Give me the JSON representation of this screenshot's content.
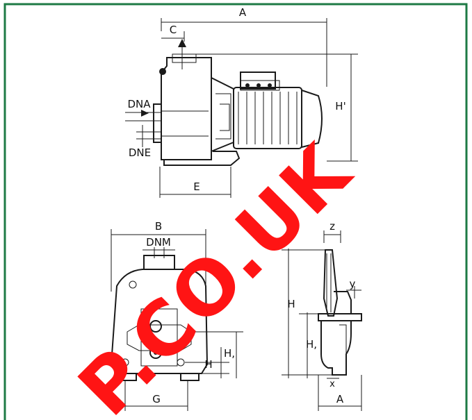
{
  "colors": {
    "border": "#1e7a45",
    "ink": "#1a1a1a",
    "watermark": "#ff1414",
    "background": "#ffffff"
  },
  "top_view": {
    "labels": {
      "A": "A",
      "C": "C",
      "DNA": "DNA",
      "DNE": "DNE",
      "E": "E",
      "H1": "H'"
    }
  },
  "front_view": {
    "labels": {
      "B": "B",
      "DNM": "DNM",
      "G": "G",
      "H": "H",
      "H2": "H,"
    }
  },
  "side_view": {
    "labels": {
      "Z": "z",
      "Y": "y",
      "H": "H",
      "H1": "H,",
      "X": "x",
      "A": "A"
    }
  },
  "watermark": {
    "text": "P.CO.UK"
  }
}
